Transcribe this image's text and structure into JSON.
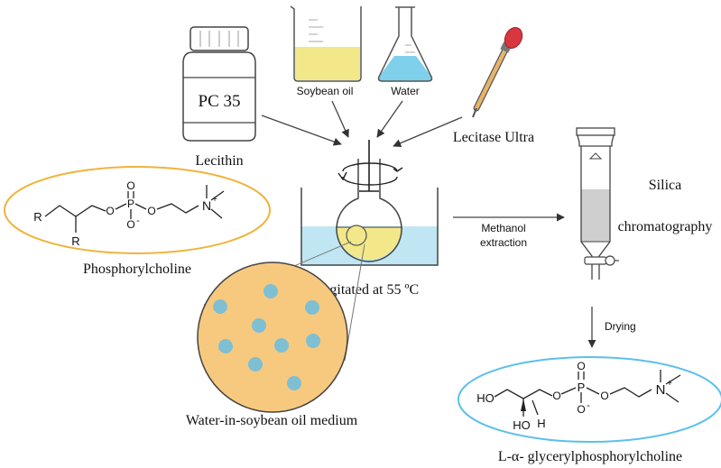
{
  "labels": {
    "pc35": "PC 35",
    "lecithin": "Lecithin",
    "soybean_oil": "Soybean oil",
    "water": "Water",
    "lecitase": "Lecitase Ultra",
    "silica_line1": "Silica",
    "silica_line2": "chromatography",
    "methanol_line1": "Methanol",
    "methanol_line2": "extraction",
    "agitated": "Agitated at 55 ºC",
    "phosphorylcholine": "Phosphorylcholine",
    "medium": "Water-in-soybean oil medium",
    "drying": "Drying",
    "gpc": "L-α- glycerylphosphorylcholine"
  },
  "structure1": {
    "r_left": "R",
    "r_bottom": "R",
    "o_bridge1": "O",
    "p": "P",
    "o_top": "O",
    "o_bottom": "O",
    "o_minus": "-",
    "o_bridge2": "O",
    "n": "N",
    "n_plus": "+"
  },
  "structure2": {
    "ho_left": "HO",
    "ho_bottom": "HO",
    "h": "H",
    "o_bridge1": "O",
    "p": "P",
    "o_top": "O",
    "o_bottom": "O",
    "o_minus": "-",
    "o_bridge2": "O",
    "n": "N",
    "n_plus": "+"
  },
  "colors": {
    "oil_yellow": "#f2e88a",
    "water_blue": "#bfe6f2",
    "droplet_blue": "#7fbfd4",
    "medium_fill": "#f7c97e",
    "pc_ellipse": "#f0b43c",
    "gpc_ellipse": "#5cc0ea",
    "pipette_red": "#d9373f",
    "pipette_tan": "#d9a35a"
  }
}
